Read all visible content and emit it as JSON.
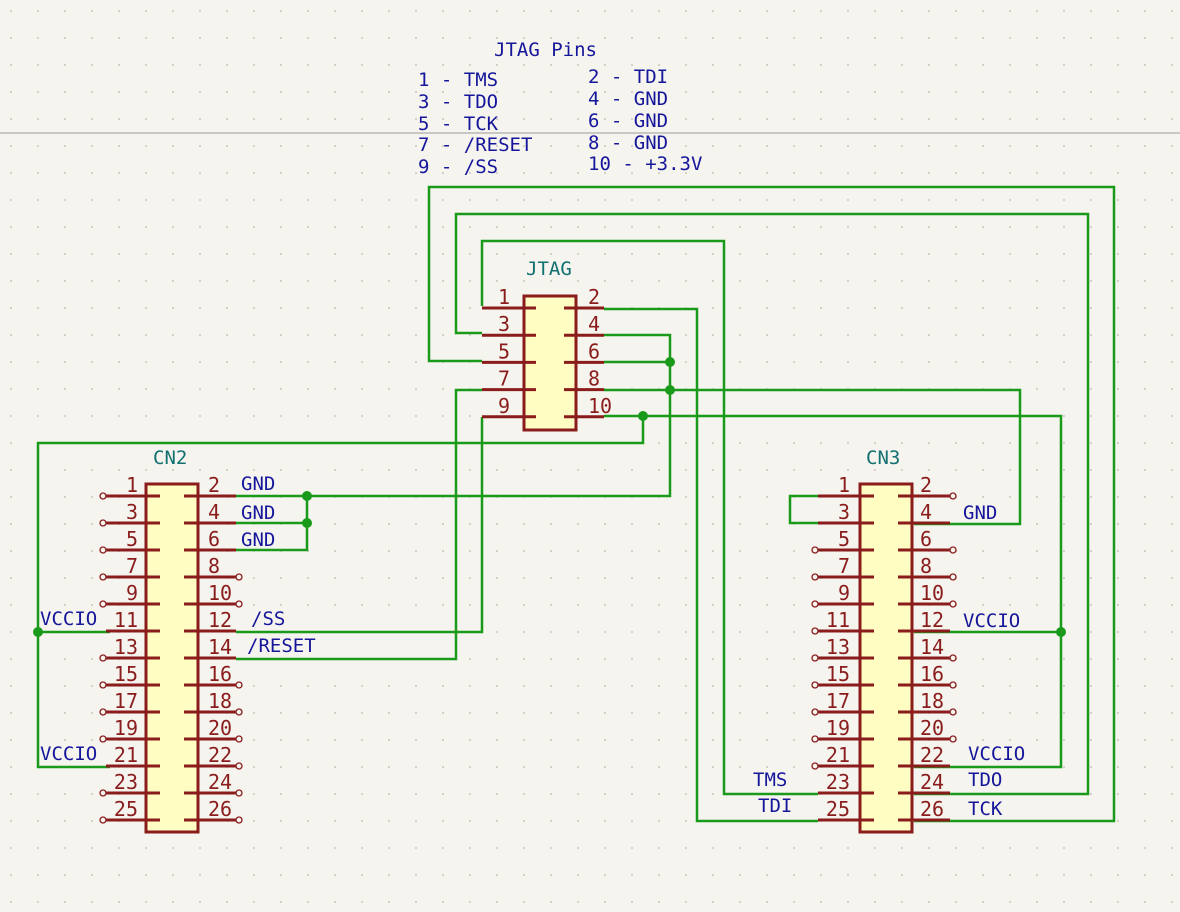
{
  "notes": {
    "title": "JTAG Pins",
    "lines": [
      "1 - TMS",
      "3 - TDO",
      "5 - TCK",
      "7 - /RESET",
      "9 - /SS",
      "2 - TDI",
      "4 - GND",
      "6 - GND",
      "8 - GND",
      "10 -  +3.3V"
    ]
  },
  "jtag": {
    "ref": "JTAG",
    "left_pins": [
      "1",
      "3",
      "5",
      "7",
      "9"
    ],
    "right_pins": [
      "2",
      "4",
      "6",
      "8",
      "10"
    ]
  },
  "cn2": {
    "ref": "CN2",
    "left_pins": [
      "1",
      "3",
      "5",
      "7",
      "9",
      "11",
      "13",
      "15",
      "17",
      "19",
      "21",
      "23",
      "25"
    ],
    "right_pins": [
      "2",
      "4",
      "6",
      "8",
      "10",
      "12",
      "14",
      "16",
      "18",
      "20",
      "22",
      "24",
      "26"
    ]
  },
  "cn3": {
    "ref": "CN3",
    "left_pins": [
      "1",
      "3",
      "5",
      "7",
      "9",
      "11",
      "13",
      "15",
      "17",
      "19",
      "21",
      "23",
      "25"
    ],
    "right_pins": [
      "2",
      "4",
      "6",
      "8",
      "10",
      "12",
      "14",
      "16",
      "18",
      "20",
      "22",
      "24",
      "26"
    ]
  },
  "net_labels": {
    "cn2_gnd_2": "GND",
    "cn2_gnd_4": "GND",
    "cn2_gnd_6": "GND",
    "cn2_ss": "/SS",
    "cn2_reset": "/RESET",
    "cn2_vccio_11": "VCCIO",
    "cn2_vccio_21": "VCCIO",
    "cn3_gnd_4": "GND",
    "cn3_vccio_12": "VCCIO",
    "cn3_vccio_22": "VCCIO",
    "cn3_tms": "TMS",
    "cn3_tdi": "TDI",
    "cn3_tdo": "TDO",
    "cn3_tck": "TCK"
  },
  "colors": {
    "background": "#f5f4ef",
    "grid_dot": "#c9c6bc",
    "wire": "#1a9a1a",
    "symbol_body": "#fffdc2",
    "symbol_outline": "#8a1c1c",
    "reference": "#117070",
    "net_label": "#16169a"
  }
}
